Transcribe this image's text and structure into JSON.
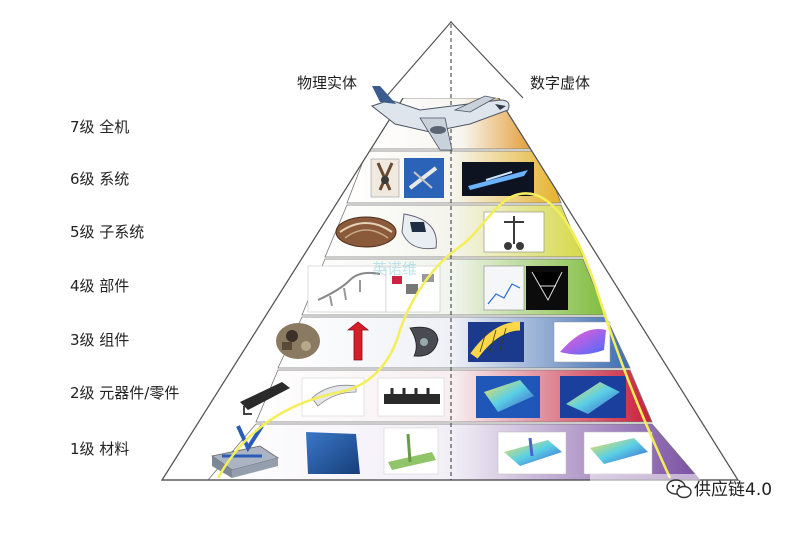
{
  "headers": {
    "left": "物理实体",
    "right": "数字虚体"
  },
  "levels": [
    {
      "label": "7级 全机"
    },
    {
      "label": "6级 系统"
    },
    {
      "label": "5级 子系统"
    },
    {
      "label": "4级 部件"
    },
    {
      "label": "3级 组件"
    },
    {
      "label": "2级 元器件/零件"
    },
    {
      "label": "1级 材料"
    }
  ],
  "watermark": {
    "text": "供应链4.0",
    "faded": "英诺维"
  },
  "colors": {
    "lvl7": "#e0921f",
    "lvl6": "#e5b22a",
    "lvl5": "#d6d94a",
    "lvl4": "#7fbd3e",
    "lvl3": "#3d6db3",
    "lvl2": "#c8203a",
    "lvl1": "#7a4fa1",
    "curve": "#f4ee5a"
  }
}
